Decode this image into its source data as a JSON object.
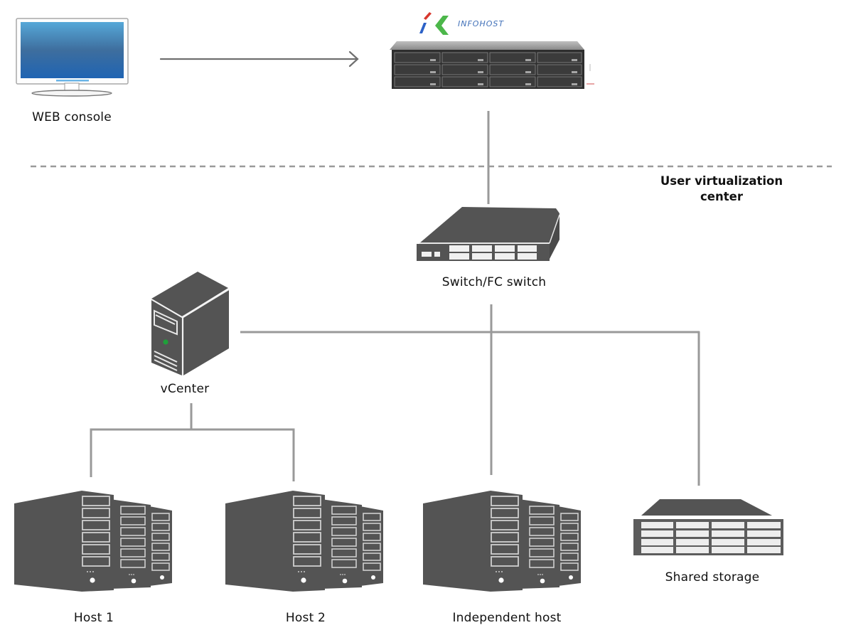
{
  "diagram": {
    "type": "network-topology",
    "zone_label_line1": "User virtualization",
    "zone_label_line2": "center",
    "colors": {
      "device_fill": "#545454",
      "connector": "#999999",
      "separator": "#9a9a9a",
      "screen": "#3f78b0",
      "vcenter_led": "#1fa03a"
    },
    "nodes": {
      "web_console": {
        "label": "WEB console",
        "icon": "monitor-icon"
      },
      "appliance": {
        "brand": "INFOHOST",
        "icon": "rack-appliance-icon"
      },
      "switch": {
        "label": "Switch/FC switch",
        "icon": "network-switch-icon"
      },
      "vcenter": {
        "label": "vCenter",
        "icon": "tower-server-icon"
      },
      "host1": {
        "label": "Host 1",
        "icon": "server-cluster-icon"
      },
      "host2": {
        "label": "Host 2",
        "icon": "server-cluster-icon"
      },
      "independent_host": {
        "label": "Independent host",
        "icon": "server-cluster-icon"
      },
      "shared_storage": {
        "label": "Shared storage",
        "icon": "storage-array-icon"
      }
    },
    "edges": [
      {
        "from": "web_console",
        "to": "appliance",
        "style": "arrow"
      },
      {
        "from": "appliance",
        "to": "switch",
        "style": "line"
      },
      {
        "from": "switch",
        "to": "vcenter",
        "style": "line"
      },
      {
        "from": "switch",
        "to": "independent_host",
        "style": "line"
      },
      {
        "from": "switch",
        "to": "shared_storage",
        "style": "line"
      },
      {
        "from": "vcenter",
        "to": "host1",
        "style": "line"
      },
      {
        "from": "vcenter",
        "to": "host2",
        "style": "line"
      }
    ]
  }
}
